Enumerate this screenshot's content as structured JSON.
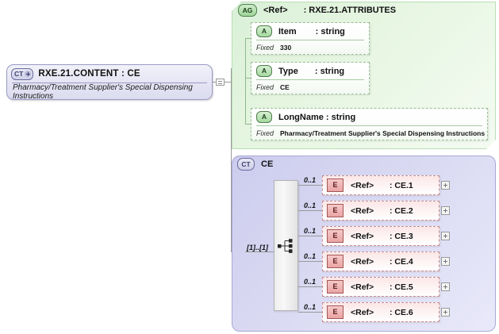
{
  "diagram": {
    "root": {
      "badge": "CT",
      "badge_icon": "complex-type-plus-icon",
      "title": "RXE.21.CONTENT : CE",
      "documentation": "Pharmacy/Treatment Supplier's Special Dispensing Instructions"
    },
    "attribute_group": {
      "badge": "AG",
      "ref_label": "<Ref>",
      "name": ": RXE.21.ATTRIBUTES",
      "attributes": [
        {
          "badge": "A",
          "name": "Item",
          "type": ": string",
          "fixed_label": "Fixed",
          "fixed_value": "330"
        },
        {
          "badge": "A",
          "name": "Type",
          "type": ": string",
          "fixed_label": "Fixed",
          "fixed_value": "CE"
        },
        {
          "badge": "A",
          "name": "LongName : string",
          "type": "",
          "fixed_label": "Fixed",
          "fixed_value": "Pharmacy/Treatment Supplier's Special Dispensing Instructions"
        }
      ]
    },
    "complex_type": {
      "badge": "CT",
      "title": "CE",
      "compositor": "sequence-icon",
      "occurs": "[1]..[1]",
      "elements": [
        {
          "badge": "E",
          "ref_label": "<Ref>",
          "name": ": CE.1",
          "occurs": "0..1",
          "expander": "plus-expand-icon"
        },
        {
          "badge": "E",
          "ref_label": "<Ref>",
          "name": ": CE.2",
          "occurs": "0..1",
          "expander": "plus-expand-icon"
        },
        {
          "badge": "E",
          "ref_label": "<Ref>",
          "name": ": CE.3",
          "occurs": "0..1",
          "expander": "plus-expand-icon"
        },
        {
          "badge": "E",
          "ref_label": "<Ref>",
          "name": ": CE.4",
          "occurs": "0..1",
          "expander": "plus-expand-icon"
        },
        {
          "badge": "E",
          "ref_label": "<Ref>",
          "name": ": CE.5",
          "occurs": "0..1",
          "expander": "plus-expand-icon"
        },
        {
          "badge": "E",
          "ref_label": "<Ref>",
          "name": ": CE.6",
          "occurs": "0..1",
          "expander": "plus-expand-icon"
        }
      ]
    },
    "colors": {
      "attribute_group_bg": "#e2f4de",
      "complex_type_bg": "#d6d6f0",
      "element_bg": "#fbe6e6",
      "line": "#999999"
    }
  }
}
